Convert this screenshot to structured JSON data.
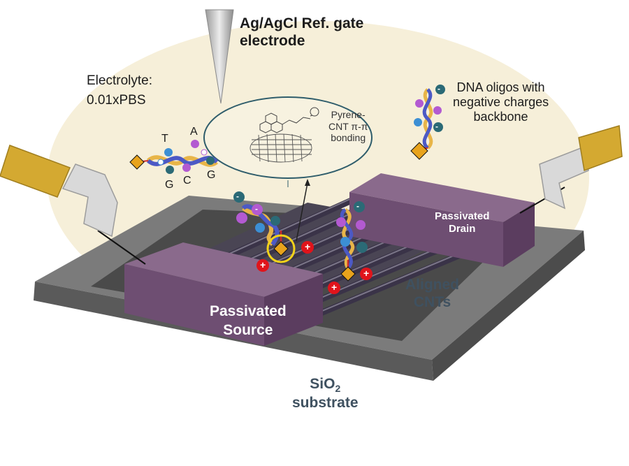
{
  "labels": {
    "gate_line1": "Ag/AgCl Ref. gate",
    "gate_line2": "electrode",
    "electrolyte_line1": "Electrolyte:",
    "electrolyte_line2": "0.01xPBS",
    "dna_line1": "DNA oligos with",
    "dna_line2": "negative charges",
    "dna_line3": "backbone",
    "pyrene_line1": "Pyrene-",
    "pyrene_line2": "CNT π-π",
    "pyrene_line3": "bonding",
    "drain_line1": "Passivated",
    "drain_line2": "Drain",
    "source_line1": "Passivated",
    "source_line2": "Source",
    "cnt_line1": "Aligned",
    "cnt_line2": "CNTs",
    "substrate_main": "SiO",
    "substrate_sub": "2",
    "substrate_line2": "substrate",
    "base_T": "T",
    "base_A": "A",
    "base_G1": "G",
    "base_C": "C",
    "base_G2": "G",
    "plus": "+",
    "minus": "-"
  },
  "colors": {
    "electrolyte": "#f6efd9",
    "substrate_top": "#7b7b7b",
    "substrate_side": "#5a5a5a",
    "pad_top": "#8a6a8c",
    "pad_front": "#6e4e72",
    "cnt": "#3a3348",
    "probe_gold": "#d4a931",
    "probe_grey": "#d9d9d9",
    "positive_charge": "#e0141b",
    "pyrene_circle": "#f2d21a",
    "label_dark": "#1c1c1c",
    "label_steel": "#3f5160",
    "label_white": "#ffffff"
  },
  "icons": {
    "gate": "tip-cone-icon",
    "probe": "probe-arm-icon",
    "dna": "dna-helix-icon",
    "charge": "plus-circle-icon",
    "linker": "diamond-linker-icon"
  }
}
